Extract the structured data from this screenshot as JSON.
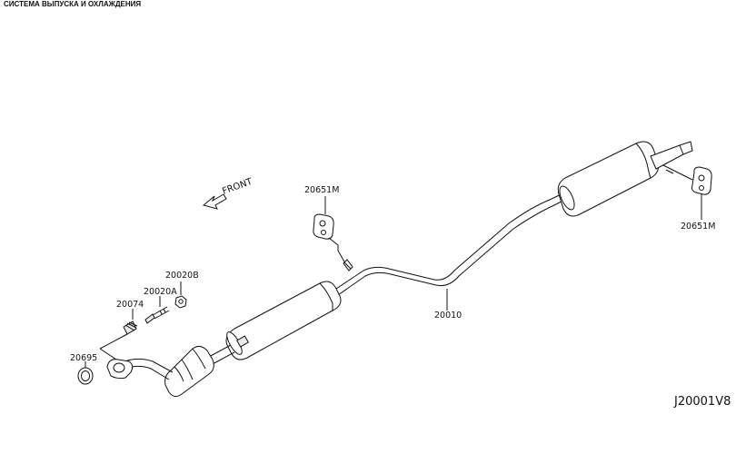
{
  "title": "СИСТЕМА ВЫПУСКА И ОХЛАЖДЕНИЯ",
  "direction_label": "FRONT",
  "diagram_code": "J20001V8",
  "parts": {
    "hanger_front": "20651M",
    "hanger_rear": "20651M",
    "exhaust_tube": "20010",
    "nut": "20020B",
    "stud": "20020A",
    "spring": "20074",
    "gasket": "20695"
  }
}
